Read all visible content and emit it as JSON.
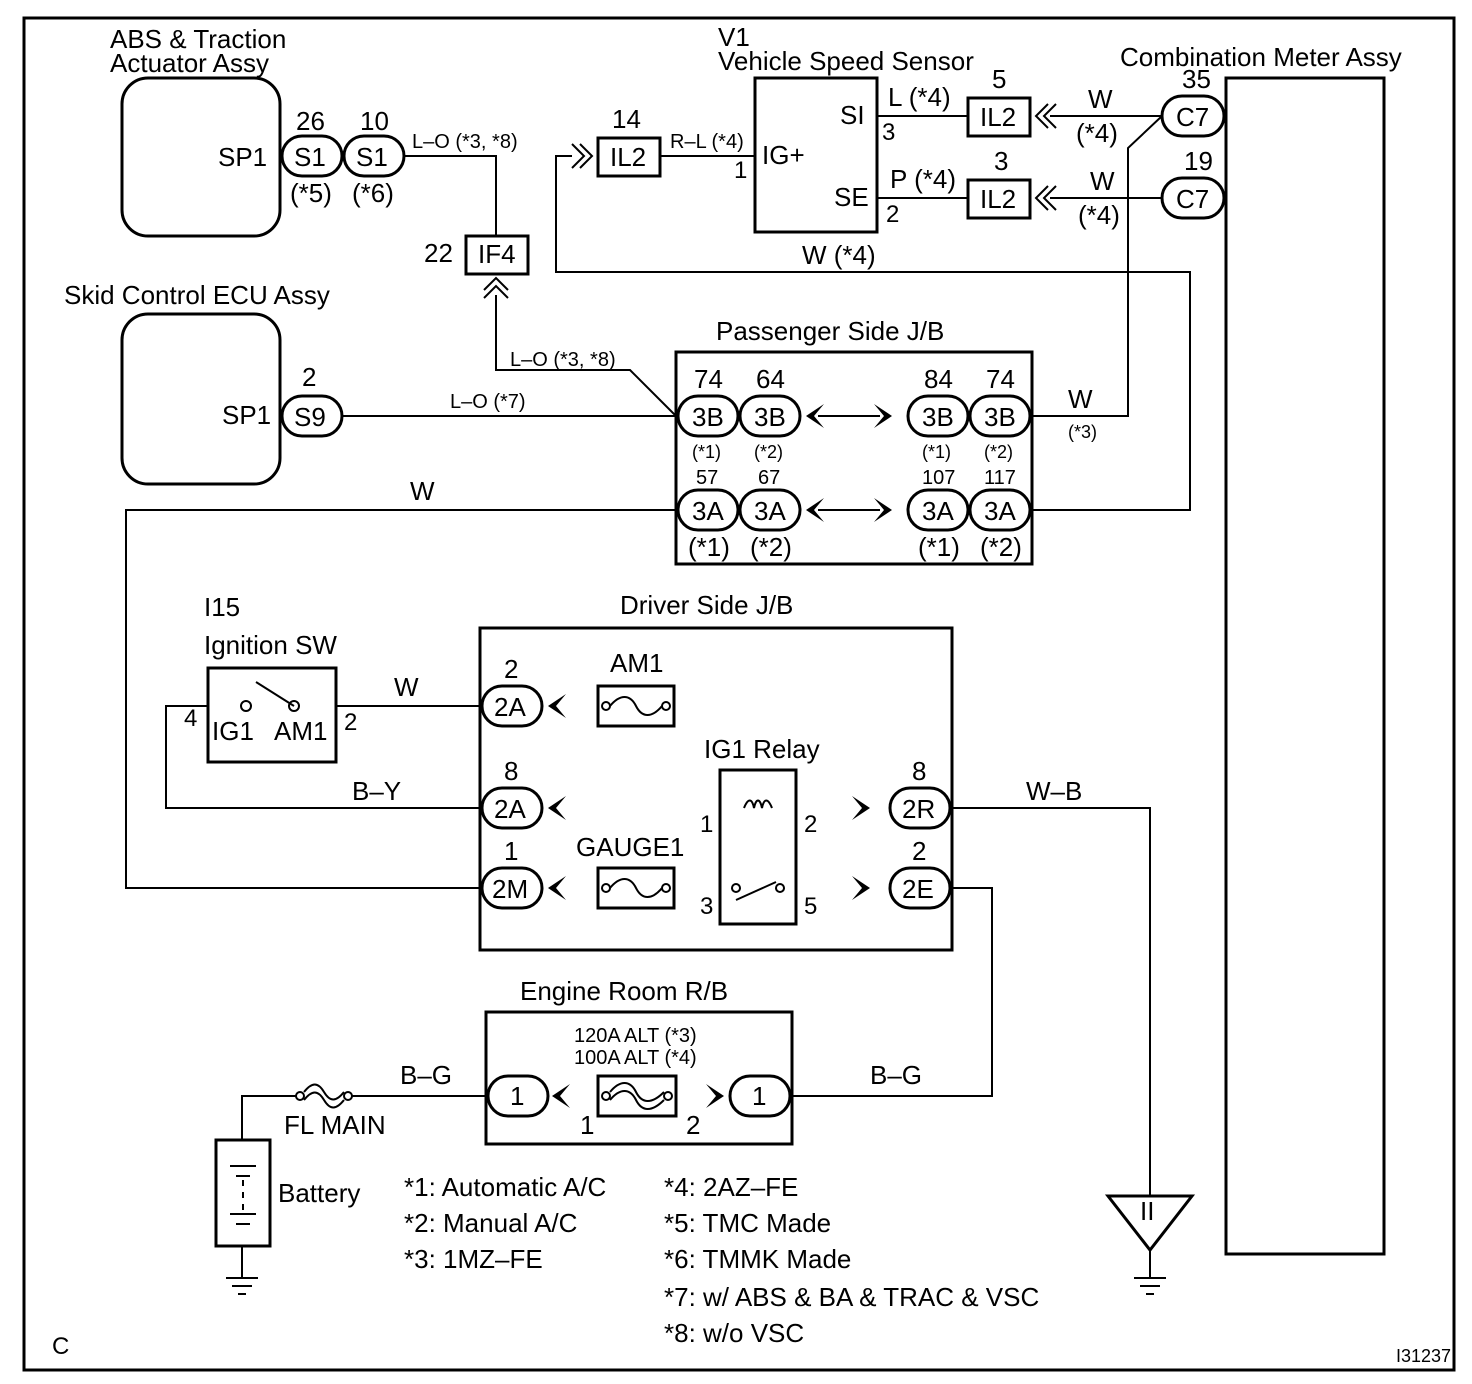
{
  "components": {
    "abs_actuator": {
      "line1": "ABS & Traction",
      "line2": "Actuator Assy",
      "pin": "SP1"
    },
    "skid_ecu": {
      "title": "Skid Control ECU Assy",
      "pin": "SP1"
    },
    "speed_sensor": {
      "code": "V1",
      "title": "Vehicle Speed Sensor",
      "pin_ig": "IG+",
      "pin_si": "SI",
      "pin_se": "SE",
      "n_ig": "1",
      "n_si": "3",
      "n_se": "2"
    },
    "combination_meter": {
      "title": "Combination Meter Assy"
    },
    "passenger_jb": {
      "title": "Passenger Side J/B"
    },
    "driver_jb": {
      "title": "Driver Side J/B",
      "fuse_am1": "AM1",
      "fuse_gauge1": "GAUGE1",
      "relay": "IG1 Relay",
      "r1": "1",
      "r2": "2",
      "r3": "3",
      "r5": "5"
    },
    "ignition_sw": {
      "code": "I15",
      "title": "Ignition SW",
      "ig1": "IG1",
      "am1": "AM1",
      "pin4": "4",
      "pin2": "2"
    },
    "engine_rb": {
      "title": "Engine Room R/B",
      "alt1": "120A ALT (*3)",
      "alt2": "100A ALT (*4)",
      "p1": "1",
      "p2": "2"
    },
    "fl_main": "FL MAIN",
    "battery": "Battery",
    "ground_symbol": "II"
  },
  "connectors": {
    "s1a": {
      "label": "S1",
      "pin": "26",
      "note": "(*5)"
    },
    "s1b": {
      "label": "S1",
      "pin": "10",
      "note": "(*6)"
    },
    "if4": {
      "label": "IF4",
      "pin": "22"
    },
    "il2_ig": {
      "label": "IL2",
      "pin": "14"
    },
    "il2_si": {
      "label": "IL2",
      "pin": "5"
    },
    "il2_se": {
      "label": "IL2",
      "pin": "3"
    },
    "c7_si": {
      "label": "C7",
      "pin": "35"
    },
    "c7_se": {
      "label": "C7",
      "pin": "19"
    },
    "s9": {
      "label": "S9",
      "pin": "2"
    },
    "pj_3b_74a": {
      "label": "3B",
      "pin": "74",
      "note": "(*1)"
    },
    "pj_3b_64": {
      "label": "3B",
      "pin": "64",
      "note": "(*2)"
    },
    "pj_3b_84": {
      "label": "3B",
      "pin": "84",
      "note": "(*1)"
    },
    "pj_3b_74b": {
      "label": "3B",
      "pin": "74",
      "note": "(*2)"
    },
    "pj_3a_57": {
      "label": "3A",
      "pin": "57",
      "note": "(*1)"
    },
    "pj_3a_67": {
      "label": "3A",
      "pin": "67",
      "note": "(*2)"
    },
    "pj_3a_107": {
      "label": "3A",
      "pin": "107",
      "note": "(*1)"
    },
    "pj_3a_117": {
      "label": "3A",
      "pin": "117",
      "note": "(*2)"
    },
    "dj_2a_2": {
      "label": "2A",
      "pin": "2"
    },
    "dj_2a_8": {
      "label": "2A",
      "pin": "8"
    },
    "dj_2m_1": {
      "label": "2M",
      "pin": "1"
    },
    "dj_2r_8": {
      "label": "2R",
      "pin": "8"
    },
    "dj_2e_2": {
      "label": "2E",
      "pin": "2"
    },
    "er_1a": {
      "label": "1"
    },
    "er_1b": {
      "label": "1"
    }
  },
  "wires": {
    "lo_38": "L–O (*3, *8)",
    "lo_38b": "L–O (*3, *8)",
    "lo_7": "L–O (*7)",
    "rl_4": "R–L (*4)",
    "l_4": "L (*4)",
    "p_4": "P (*4)",
    "w_c7a": "W",
    "w_c7a_note": "(*4)",
    "w_c7b": "W",
    "w_c7b_note": "(*4)",
    "w_4_loop": "W (*4)",
    "w_3": "W",
    "w_3_note": "(*3)",
    "w_left": "W",
    "w_ign": "W",
    "by": "B–Y",
    "wb": "W–B",
    "bg_left": "B–G",
    "bg_right": "B–G"
  },
  "notes": [
    "*1: Automatic A/C",
    "*2: Manual A/C",
    "*3: 1MZ–FE",
    "*4: 2AZ–FE",
    "*5: TMC Made",
    "*6: TMMK Made",
    "*7: w/ ABS & BA & TRAC & VSC",
    "*8: w/o VSC"
  ],
  "corner_letter": "C",
  "figure_code": "I31237"
}
